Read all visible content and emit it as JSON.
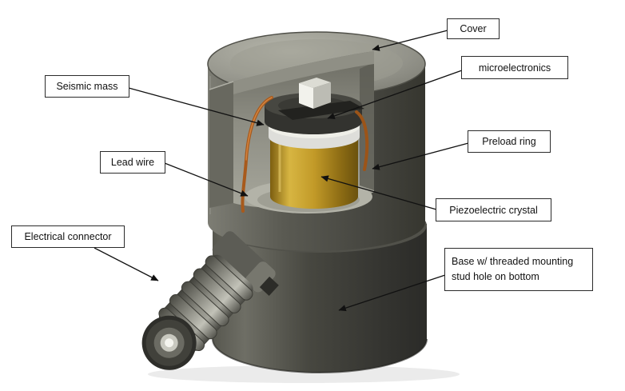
{
  "diagram": {
    "labels": {
      "cover": "Cover",
      "microelectronics": "microelectronics",
      "seismic_mass": "Seismic mass",
      "preload_ring": "Preload ring",
      "lead_wire": "Lead wire",
      "piezoelectric_crystal": "Piezoelectric crystal",
      "electrical_connector": "Electrical connector",
      "base_line1": "Base w/ threaded mounting",
      "base_line2": "stud hole on bottom"
    },
    "colors": {
      "background": "#ffffff",
      "label_border": "#2b2b2b",
      "body_gray": "#55554f",
      "cover_top_gray": "#93938a",
      "crystal_gold": "#c29a28",
      "preload_ring_white": "#efefe8",
      "wire_copper": "#a85a1c",
      "arrow_black": "#111111"
    }
  }
}
